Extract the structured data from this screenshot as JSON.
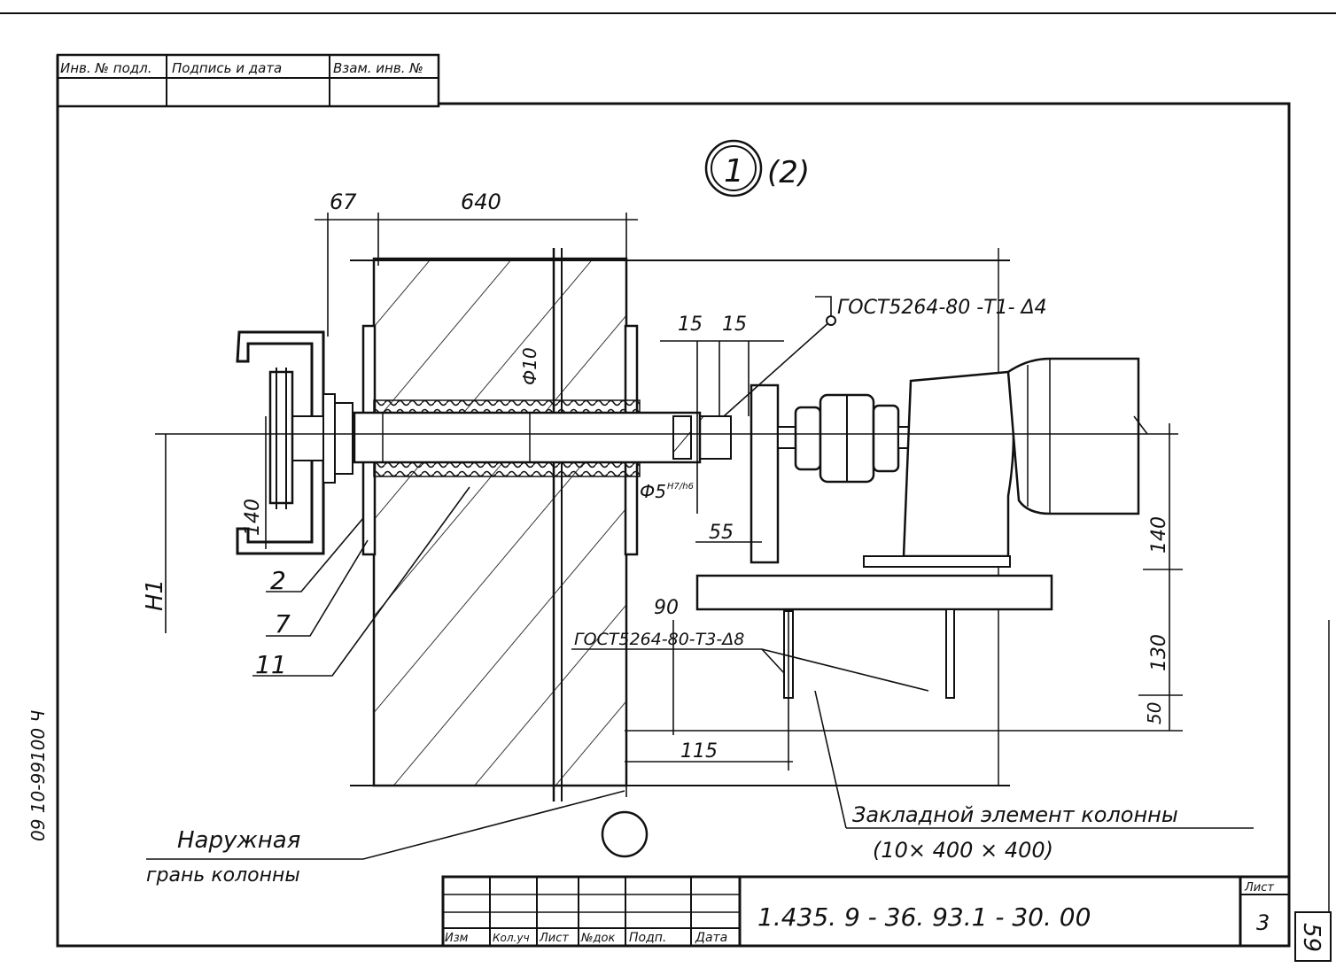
{
  "stamp_header": {
    "inv_no": "Инв. № подл.",
    "signature_date": "Подпись и дата",
    "replaces_inv": "Взам. инв. №"
  },
  "detail_marker": {
    "number": "1",
    "alt": "(2)"
  },
  "dimensions": {
    "d67": "67",
    "d640": "640",
    "d15a": "15",
    "d15b": "15",
    "phi10": "Ф10",
    "phi5": "Ф5",
    "fit": "Н7/h6",
    "d140_left": "140",
    "d55": "55",
    "d90": "90",
    "d140_right": "140",
    "d130": "130",
    "d50": "50",
    "d115": "115",
    "h1": "H1"
  },
  "weld_top": "ГОСТ5264-80  -Т1- Δ4",
  "weld_bottom": "ГОСТ5264-80-Т3-Δ8",
  "item_numbers": [
    "2",
    "7",
    "11"
  ],
  "embedded_element": {
    "line1": "Закладной   элемент   колонны",
    "line2": "(10× 400 × 400)"
  },
  "outer_face": {
    "line1": "Наружная",
    "line2": "грань   колонны"
  },
  "side_code": "09   10-99100 Ч",
  "title_block": {
    "cols": [
      "Изм",
      "Кол.уч",
      "Лист",
      "№док",
      "Подп.",
      "Дата"
    ],
    "doc_number": "1.435. 9 - 36. 93.1 - 30. 00",
    "sheet_label": "Лист",
    "sheet": "3"
  },
  "page_number": "59"
}
